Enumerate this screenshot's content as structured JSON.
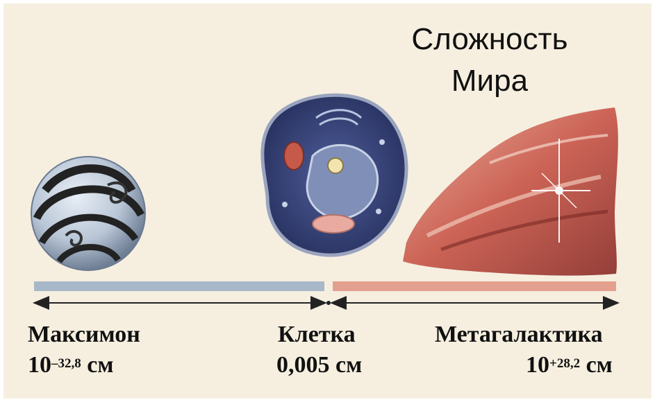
{
  "title": {
    "line1": "Сложность",
    "line2": "Мира"
  },
  "items": [
    {
      "name": "Максимон",
      "size_base": "10",
      "size_exp": "–32,8",
      "size_unit": " см",
      "icon": "spiral-sphere-icon"
    },
    {
      "name": "Клетка",
      "size_text": "0,005 см",
      "icon": "cell-icon"
    },
    {
      "name": "Метагалактика",
      "size_base": "10",
      "size_exp": "+28,2",
      "size_unit": " см",
      "icon": "galaxy-icon"
    }
  ],
  "colors": {
    "background": "#f6efe0",
    "blue_bar": "#a9b8c8",
    "red_bar": "#e4a08e",
    "cell": "#3c4a82",
    "galaxy": "#c8574a"
  }
}
